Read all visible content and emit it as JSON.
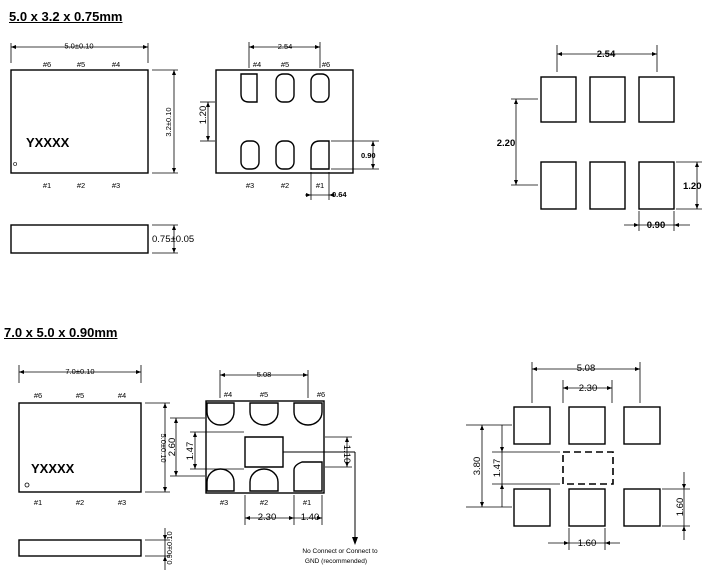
{
  "package_5032": {
    "title": "5.0 x 3.2 x 0.75mm",
    "width_dim": "5.0±0.10",
    "height_dim": "3.2±0.10",
    "thickness_dim": "0.75±0.05",
    "marking": "YXXXX",
    "pin1_dot": "o",
    "top_pins": [
      "#6",
      "#5",
      "#4"
    ],
    "bottom_pins": [
      "#1",
      "#2",
      "#3"
    ],
    "bottom_view_top_pins": [
      "#4",
      "#5",
      "#6"
    ],
    "bottom_view_bottom_pins": [
      "#3",
      "#2",
      "#1"
    ],
    "pitch": "2.54",
    "row_gap": "1.20",
    "pad_height": "0.90",
    "pad_width": "0.64",
    "land_pitch": "2.54",
    "land_row_spacing": "2.20",
    "land_height": "1.20",
    "land_width": "0.90"
  },
  "package_7050": {
    "title": "7.0 x 5.0 x 0.90mm",
    "width_dim": "7.0±0.10",
    "height_dim": "5.0±0.10",
    "thickness_dim": "0.90±0.10",
    "marking": "YXXXX",
    "top_pins": [
      "#6",
      "#5",
      "#4"
    ],
    "bottom_pins": [
      "#1",
      "#2",
      "#3"
    ],
    "bottom_view_top_pins": [
      "#4",
      "#5",
      "#6"
    ],
    "bottom_view_bottom_pins": [
      "#3",
      "#2",
      "#1"
    ],
    "pitch": "5.08",
    "row_spacing": "2.60",
    "center_pad_height": "1.47",
    "pad_height": "1.10",
    "center_offset": "2.30",
    "pad_width": "1.40",
    "note_line1": "No Connect or Connect to",
    "note_line2": "GND (recommended)",
    "land_pitch": "5.08",
    "land_center_spacing": "2.30",
    "land_row_spacing": "3.80",
    "land_center_height": "1.47",
    "land_height": "1.60",
    "land_width": "1.60"
  }
}
